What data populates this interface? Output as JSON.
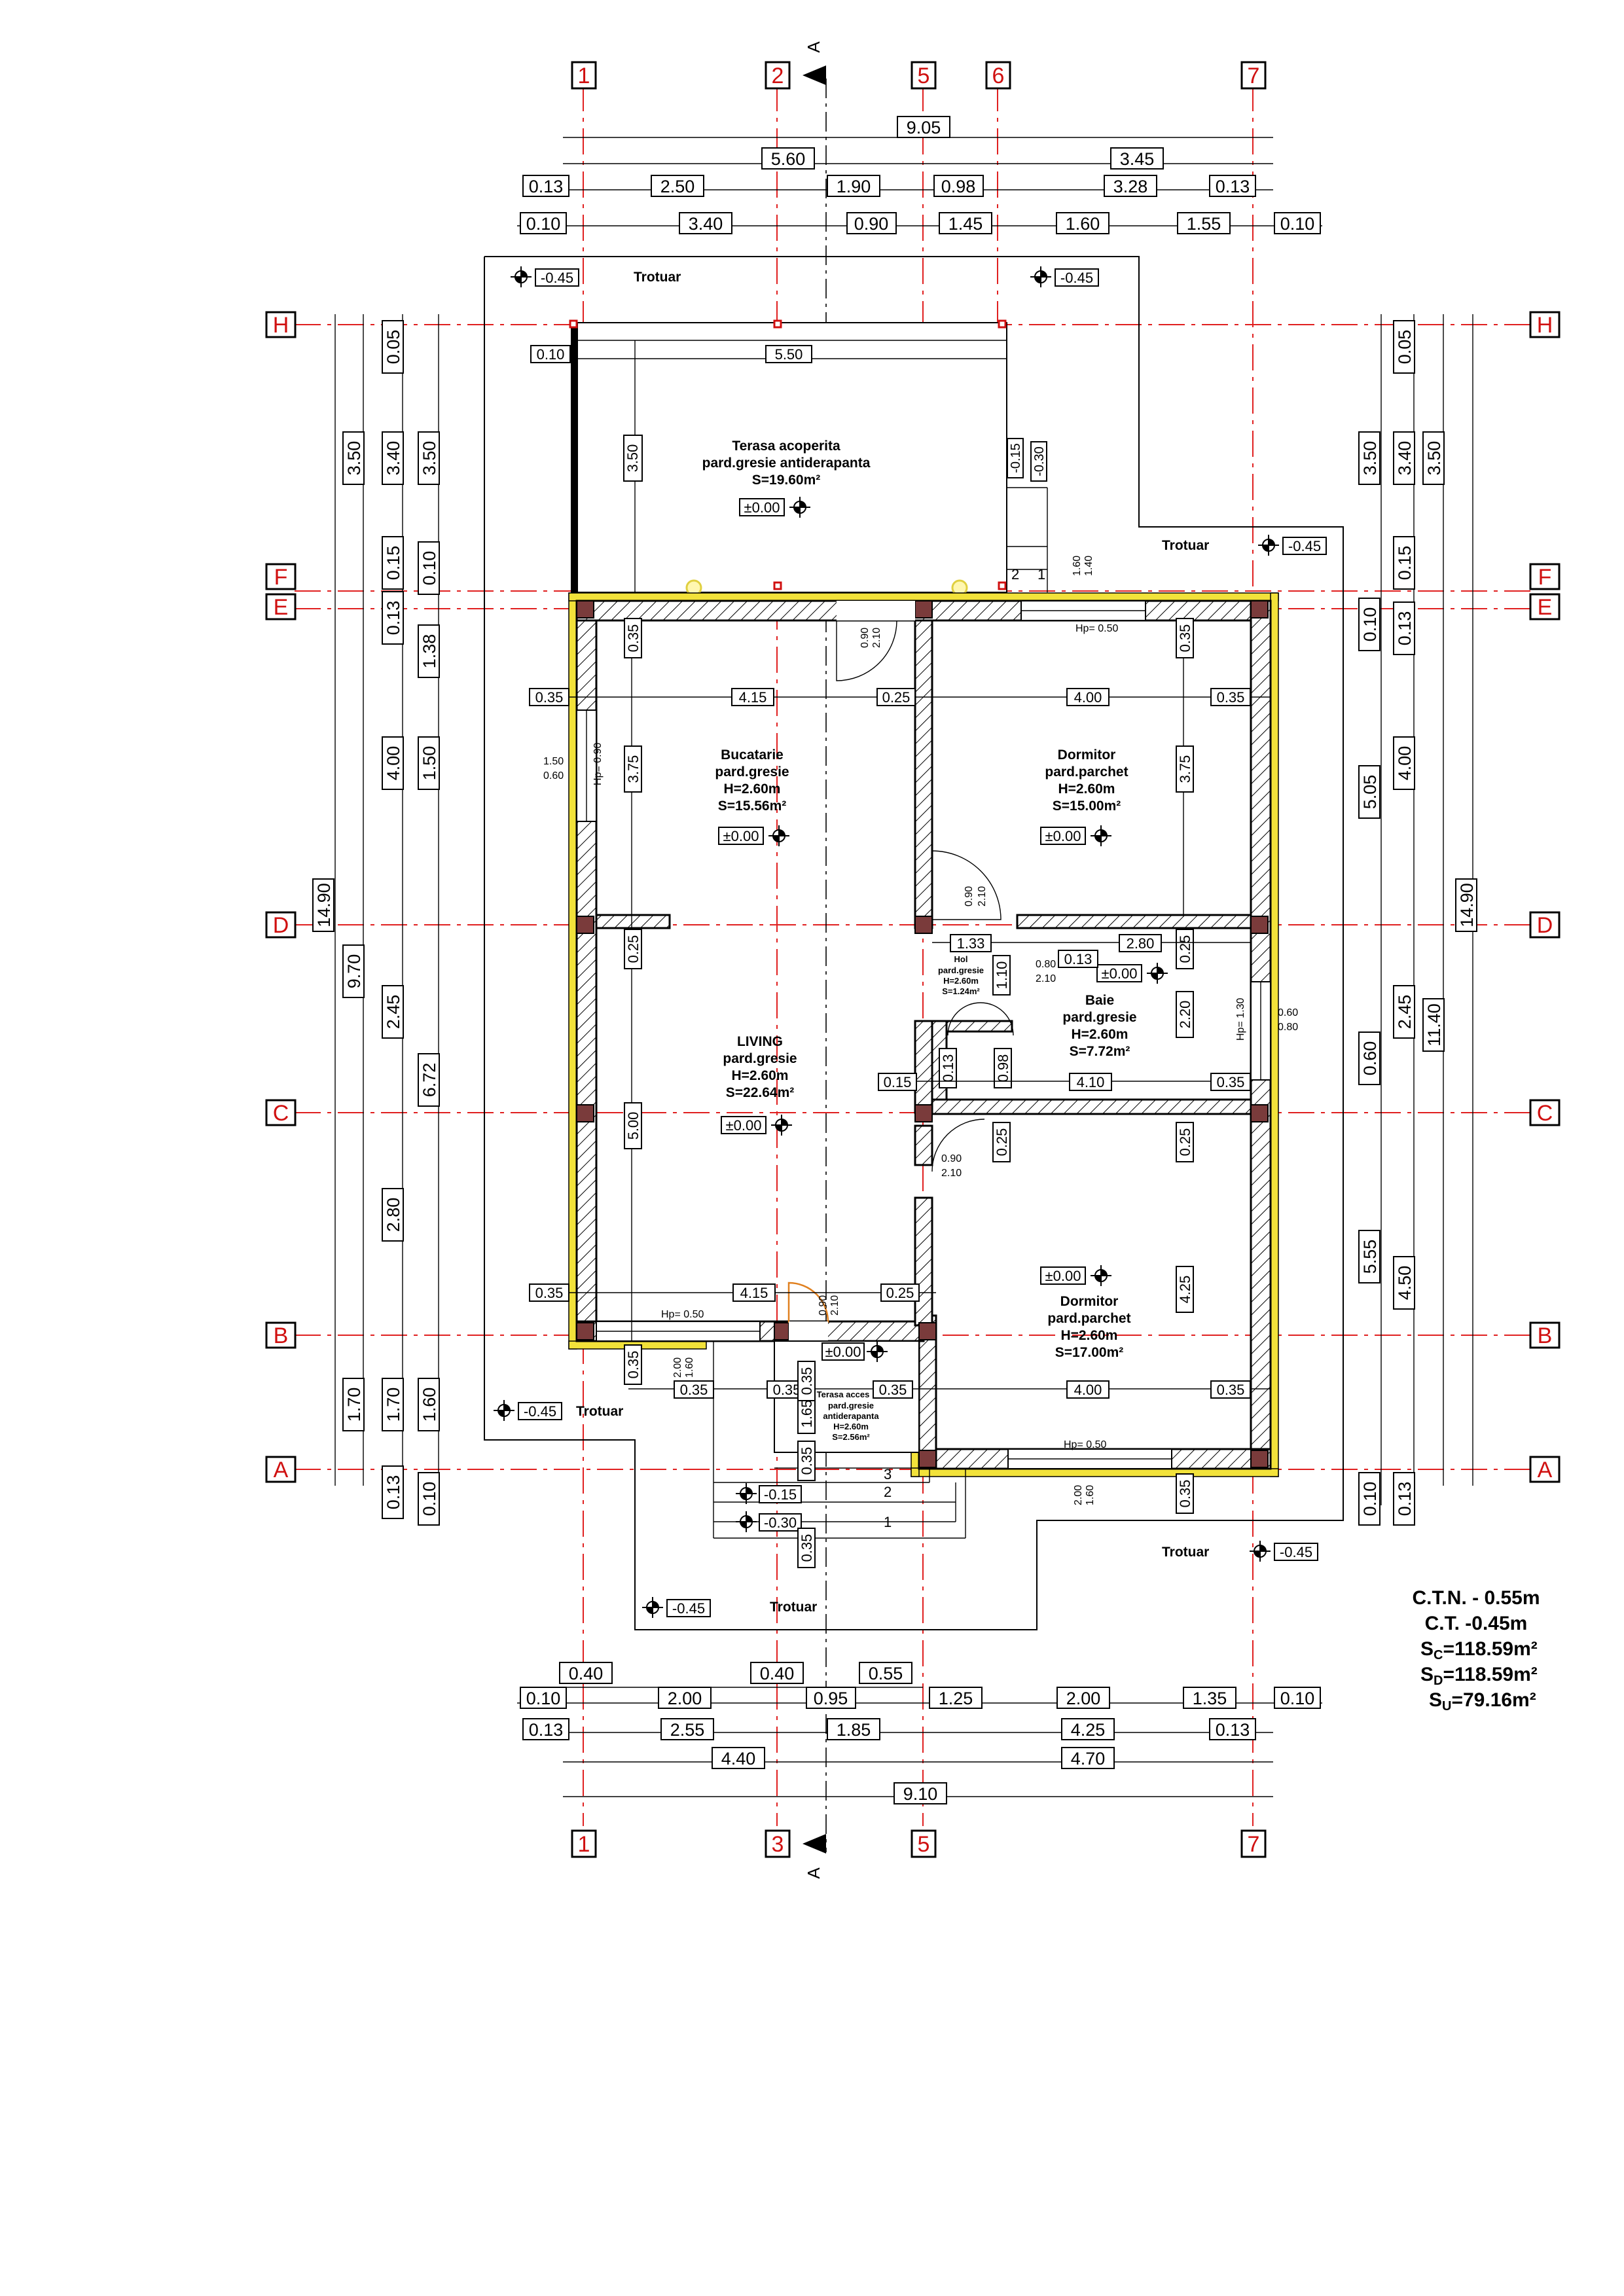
{
  "axes": {
    "top": [
      "1",
      "2",
      "5",
      "6",
      "7"
    ],
    "bottom": [
      "1",
      "3",
      "5",
      "7"
    ],
    "left": [
      "H",
      "F",
      "E",
      "D",
      "C",
      "B",
      "A"
    ],
    "right": [
      "H",
      "F",
      "E",
      "D",
      "C",
      "B",
      "A"
    ],
    "section_mark": "A"
  },
  "dims_top": {
    "total": "9.05",
    "row2": [
      "5.60",
      "3.45"
    ],
    "row3": [
      "0.13",
      "2.50",
      "1.90",
      "0.98",
      "3.28",
      "0.13"
    ],
    "row4": [
      "0.10",
      "3.40",
      "0.90",
      "1.45",
      "1.60",
      "1.55",
      "0.10"
    ]
  },
  "dims_bottom": {
    "row1": [
      "0.40",
      "0.40",
      "0.55"
    ],
    "row2": [
      "0.10",
      "2.00",
      "0.95",
      "1.25",
      "2.00",
      "1.35",
      "0.10"
    ],
    "row3": [
      "0.13",
      "2.55",
      "1.85",
      "4.25",
      "0.13"
    ],
    "row4": [
      "4.40",
      "4.70"
    ],
    "total": "9.10"
  },
  "dims_left": {
    "total": "14.90",
    "c1": [
      "3.50",
      "9.70",
      "1.70"
    ],
    "c2": [
      "0.05",
      "3.40",
      "0.15",
      "0.13",
      "4.00",
      "2.45",
      "2.80",
      "1.70",
      "0.13"
    ],
    "c3": [
      "3.50",
      "0.10",
      "1.38",
      "1.50",
      "6.72",
      "1.60",
      "0.10"
    ]
  },
  "dims_right": {
    "total": "14.90",
    "c1": [
      "3.50",
      "0.10",
      "5.05",
      "0.60",
      "5.55",
      "0.10"
    ],
    "c2": [
      "0.05",
      "3.40",
      "0.15",
      "0.13",
      "4.00",
      "2.45",
      "4.50",
      "0.13"
    ],
    "c3": [
      "3.50",
      "11.40"
    ]
  },
  "rooms": {
    "terasa": {
      "name": "Terasa acoperita",
      "floor": "pard.gresie antiderapanta",
      "area": "S=19.60m²",
      "level": "±0.00"
    },
    "bucatarie": {
      "name": "Bucatarie",
      "floor": "pard.gresie",
      "height": "H=2.60m",
      "area": "S=15.56m²",
      "level": "±0.00"
    },
    "dormitor1": {
      "name": "Dormitor",
      "floor": "pard.parchet",
      "height": "H=2.60m",
      "area": "S=15.00m²",
      "level": "±0.00"
    },
    "living": {
      "name": "LIVING",
      "floor": "pard.gresie",
      "height": "H=2.60m",
      "area": "S=22.64m²",
      "level": "±0.00"
    },
    "hol": {
      "name": "Hol",
      "floor": "pard.gresie",
      "height": "H=2.60m",
      "area": "S=1.24m²"
    },
    "baie": {
      "name": "Baie",
      "floor": "pard.gresie",
      "height": "H=2.60m",
      "area": "S=7.72m²",
      "level": "±0.00"
    },
    "dormitor2": {
      "name": "Dormitor",
      "floor": "pard.parchet",
      "height": "H=2.60m",
      "area": "S=17.00m²",
      "level": "±0.00"
    },
    "terasa_acces": {
      "name": "Terasa acces",
      "floor1": "pard.gresie",
      "floor2": "antiderapanta",
      "height": "H=2.60m",
      "area": "S=2.56m²",
      "level": "±0.00"
    }
  },
  "trotuar": {
    "label": "Trotuar",
    "level": "-0.45"
  },
  "steps": {
    "s1": "1",
    "s2": "2",
    "s3": "3",
    "lvl1": "-0.15",
    "lvl2": "-0.30"
  },
  "inner_dims": {
    "w035": "0.35",
    "w025": "0.25",
    "w015": "0.15",
    "w010": "0.10",
    "w013": "0.13",
    "d415": "4.15",
    "d400": "4.00",
    "d375": "3.75",
    "d550": "5.50",
    "d350": "3.50",
    "d500": "5.00",
    "d425": "4.25",
    "d410": "4.10",
    "d280": "2.80",
    "d220": "2.20",
    "d133": "1.33",
    "d110": "1.10",
    "d098": "0.98",
    "d165": "1.65",
    "d_015": "-0.15",
    "d_030": "-0.30",
    "w_h": "1.50",
    "w_s": "0.60",
    "w_b1": "0.60",
    "w_b2": "0.80",
    "dr090": "0.90",
    "dr210": "2.10",
    "dr080": "0.80",
    "dr200": "2.00",
    "dr160": "1.60",
    "dr140": "1.40",
    "hp050": "Hp= 0.50",
    "hp090": "Hp= 0.90",
    "hp130": "Hp= 1.30"
  },
  "legend": {
    "ctn": "C.T.N. - 0.55m",
    "ct": "C.T. -0.45m",
    "sc": "S",
    "sc_sub": "C",
    "sc_val": "=118.59m²",
    "sd": "S",
    "sd_sub": "D",
    "sd_val": "=118.59m²",
    "su": "S",
    "su_sub": "U",
    "su_val": "=79.16m²"
  }
}
